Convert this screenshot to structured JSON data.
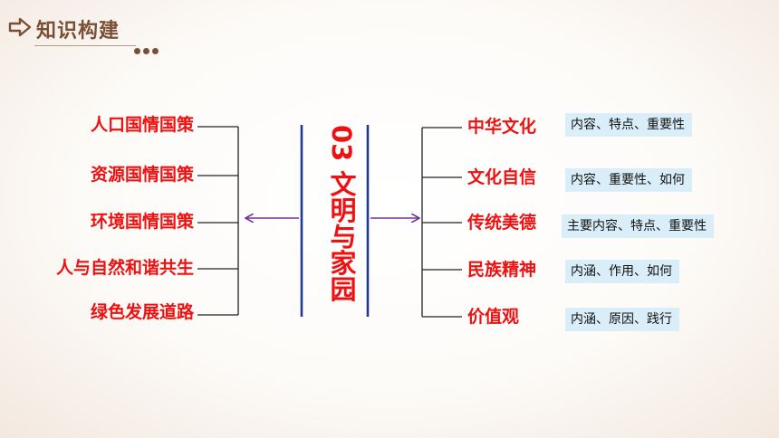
{
  "header": {
    "title": "知识构建"
  },
  "left_items": [
    "人口国情国策",
    "资源国情国策",
    "环境国情国策",
    "人与自然和谐共生",
    "绿色发展道路"
  ],
  "center_title": "03 文明与家园",
  "right_items": [
    {
      "label": "中华文化",
      "note": "内容、特点、重要性"
    },
    {
      "label": "文化自信",
      "note": "内容、重要性、如何"
    },
    {
      "label": "传统美德",
      "note": "主要内容、特点、重要性"
    },
    {
      "label": "民族精神",
      "note": "内涵、作用、如何"
    },
    {
      "label": "价值观",
      "note": "内涵、原因、践行"
    }
  ],
  "colors": {
    "label_red": "#ee1111",
    "line_blue": "#1f3a93",
    "arrow_purple": "#7030a0",
    "note_bg": "#d9eef8",
    "header_brown": "#7a4f35"
  }
}
